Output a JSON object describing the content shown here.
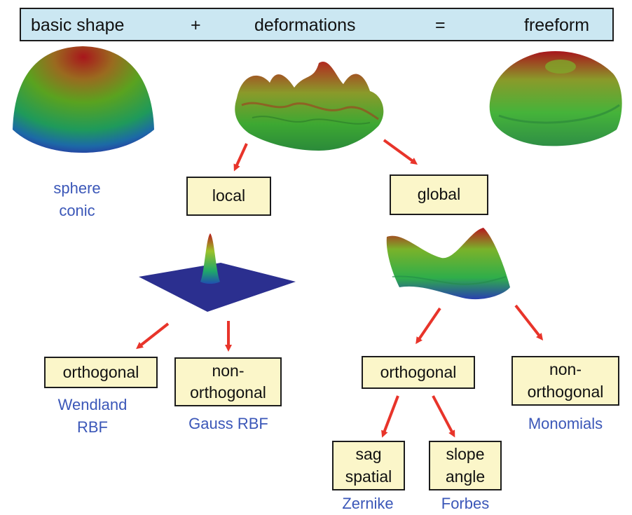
{
  "header": {
    "basic": "basic shape",
    "plus": "+",
    "deform": "deformations",
    "equals": "=",
    "freeform": "freeform"
  },
  "boxes": {
    "local": "local",
    "global": "global",
    "local_orth": "orthogonal",
    "local_nonorth": "non-\northogonal",
    "global_orth": "orthogonal",
    "global_nonorth": "non-\northogonal",
    "sag": "sag\nspatial",
    "slope": "slope\nangle"
  },
  "labels": {
    "sphere": "sphere\nconic",
    "wendland": "Wendland\nRBF",
    "gauss": "Gauss RBF",
    "monomials": "Monomials",
    "zernike": "Zernike",
    "forbes": "Forbes"
  },
  "colors": {
    "arrow": "#e8342a",
    "box_fill": "#fbf6c9",
    "header_fill": "#cbe7f2",
    "label_blue": "#3b57b8"
  }
}
